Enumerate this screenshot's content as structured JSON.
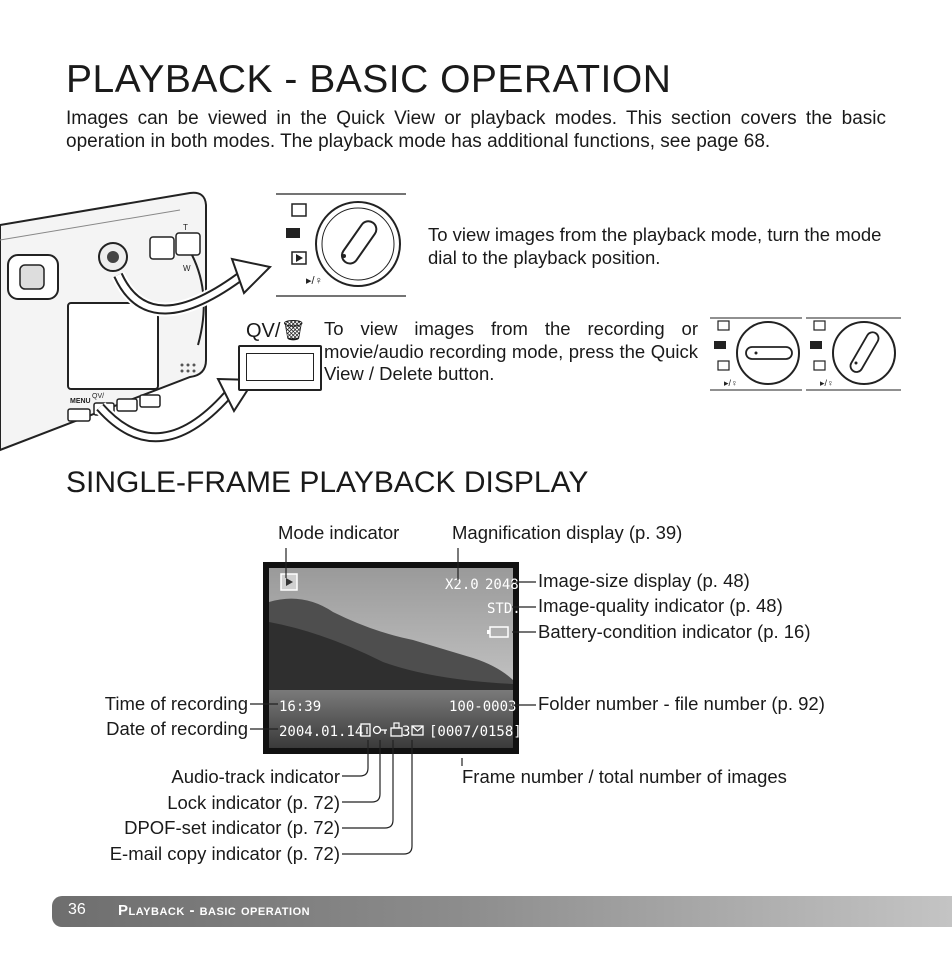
{
  "heading": "PLAYBACK - BASIC OPERATION",
  "intro": "Images can be viewed in the Quick View or playback modes. This section covers the basic operation in both modes. The playback mode has additional functions, see page 68.",
  "playback_mode_text": "To view images from the playback mode, turn the mode dial to the playback position.",
  "quick_view_text": "To view images from the recording or movie/audio recording mode, press the Quick View / Delete button.",
  "qv_button_label": "QV/",
  "subheading": "SINGLE-FRAME PLAYBACK DISPLAY",
  "camera_labels": {
    "menu": "MENU",
    "qv": "QV/",
    "t": "T",
    "w": "W"
  },
  "screen": {
    "magnification": "X2.0",
    "image_size": "2048",
    "quality": "STD.",
    "time": "16:39",
    "file_number": "100-0003",
    "date": "2004.01.14",
    "print_count": "3",
    "frame_count": "[0007/0158]"
  },
  "callouts": {
    "mode_indicator": "Mode indicator",
    "magnification": "Magnification display (p. 39)",
    "image_size": "Image-size display (p. 48)",
    "image_quality": "Image-quality indicator (p. 48)",
    "battery": "Battery-condition indicator (p. 16)",
    "time": "Time of recording",
    "folder_file": "Folder number - file number (p. 92)",
    "date": "Date of recording",
    "audio": "Audio-track indicator",
    "frame_number": "Frame number / total number of images",
    "lock": "Lock indicator (p. 72)",
    "dpof": "DPOF-set indicator (p. 72)",
    "email": "E-mail copy indicator (p. 72)"
  },
  "footer": {
    "page_number": "36",
    "section": "Playback - basic operation"
  }
}
